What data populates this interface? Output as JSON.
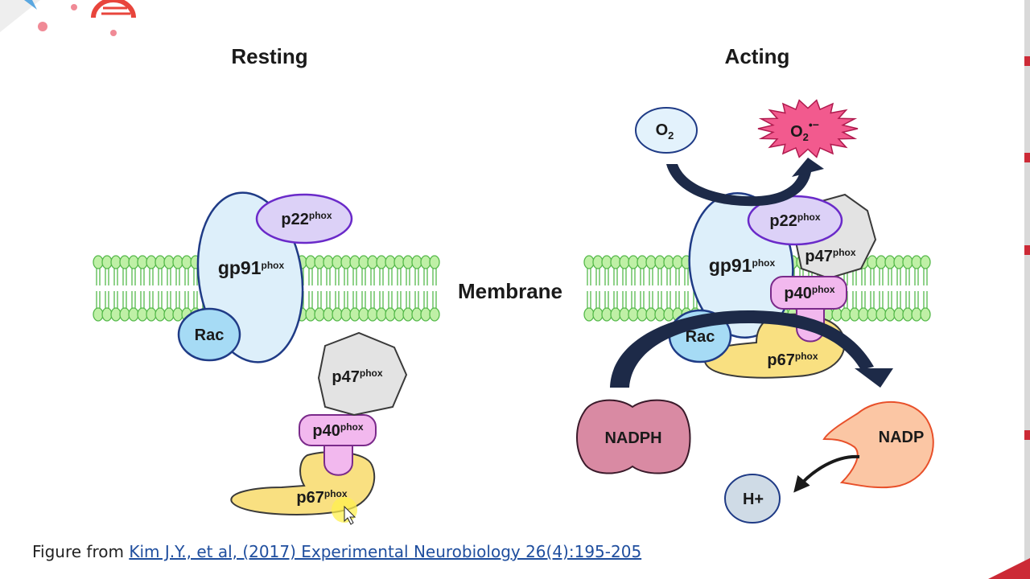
{
  "titles": {
    "resting": "Resting",
    "acting": "Acting"
  },
  "membrane_label": "Membrane",
  "proteins": {
    "gp91": {
      "base": "gp91",
      "sup": "phox"
    },
    "p22": {
      "base": "p22",
      "sup": "phox"
    },
    "p47": {
      "base": "p47",
      "sup": "phox"
    },
    "p40": {
      "base": "p40",
      "sup": "phox"
    },
    "p67": {
      "base": "p67",
      "sup": "phox"
    },
    "rac": "Rac"
  },
  "molecules": {
    "o2_base": "O",
    "o2_sub": "2",
    "superoxide_base": "O",
    "superoxide_sub": "2",
    "superoxide_sup": "•−",
    "nadph": "NADPH",
    "nadp": "NADP",
    "hplus": "H+"
  },
  "caption": {
    "prefix": "Figure from ",
    "link_text": "Kim J.Y., et al, (2017) Experimental Neurobiology 26(4):195-205"
  },
  "colors": {
    "membrane_green": "#bff0a6",
    "membrane_stroke": "#55b94a",
    "gp91_fill": "#ddeffa",
    "p22_fill": "#dcd1f7",
    "p47_fill": "#e3e3e3",
    "p40_fill": "#f2b8ee",
    "p67_fill": "#f9e081",
    "rac_fill": "#a6dbf5",
    "nadph_fill": "#d98aa3",
    "nadp_fill": "#fbc6a4",
    "hplus_fill": "#cfdbe6",
    "o2_fill": "#e3f2fc",
    "superoxide_fill": "#f25a8e",
    "arrow_navy": "#1d2a48",
    "link_blue": "#1f4e9e"
  }
}
